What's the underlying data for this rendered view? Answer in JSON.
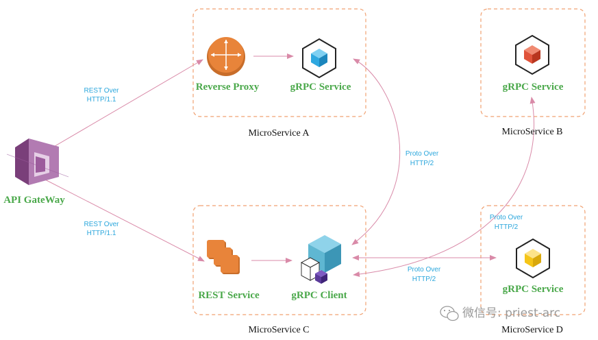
{
  "gateway": {
    "label": "API GateWay"
  },
  "services": {
    "a": {
      "title": "MicroService A",
      "proxy_label": "Reverse Proxy",
      "grpc_label": "gRPC Service"
    },
    "b": {
      "title": "MicroService B",
      "grpc_label": "gRPC Service"
    },
    "c": {
      "title": "MicroService C",
      "rest_label": "REST Service",
      "client_label": "gRPC Client"
    },
    "d": {
      "title": "MicroService D",
      "grpc_label": "gRPC Service"
    }
  },
  "connections": {
    "gateway_to_a": {
      "line1": "REST Over",
      "line2": "HTTP/1.1"
    },
    "gateway_to_c": {
      "line1": "REST Over",
      "line2": "HTTP/1.1"
    },
    "client_to_a": {
      "line1": "Proto Over",
      "line2": "HTTP/2"
    },
    "client_to_b": {
      "line1": "Proto Over",
      "line2": "HTTP/2"
    },
    "client_to_d": {
      "line1": "Proto Over",
      "line2": "HTTP/2"
    }
  },
  "watermark": {
    "text": "微信号: priest-arc"
  },
  "colors": {
    "dashed_border": "#f0a070",
    "arrow": "#d98aa8",
    "label_green": "#4aa84a",
    "label_blue": "#2aa6dc",
    "grpc_a_cube": "#2ea8e0",
    "grpc_b_cube": "#e0533a",
    "grpc_d_cube": "#f5c518",
    "client_cube": "#5fb7d2",
    "client_small_cube": "#5b3a9a",
    "proxy_orange": "#e8843a",
    "gateway_purple": "#9c5b9c"
  }
}
